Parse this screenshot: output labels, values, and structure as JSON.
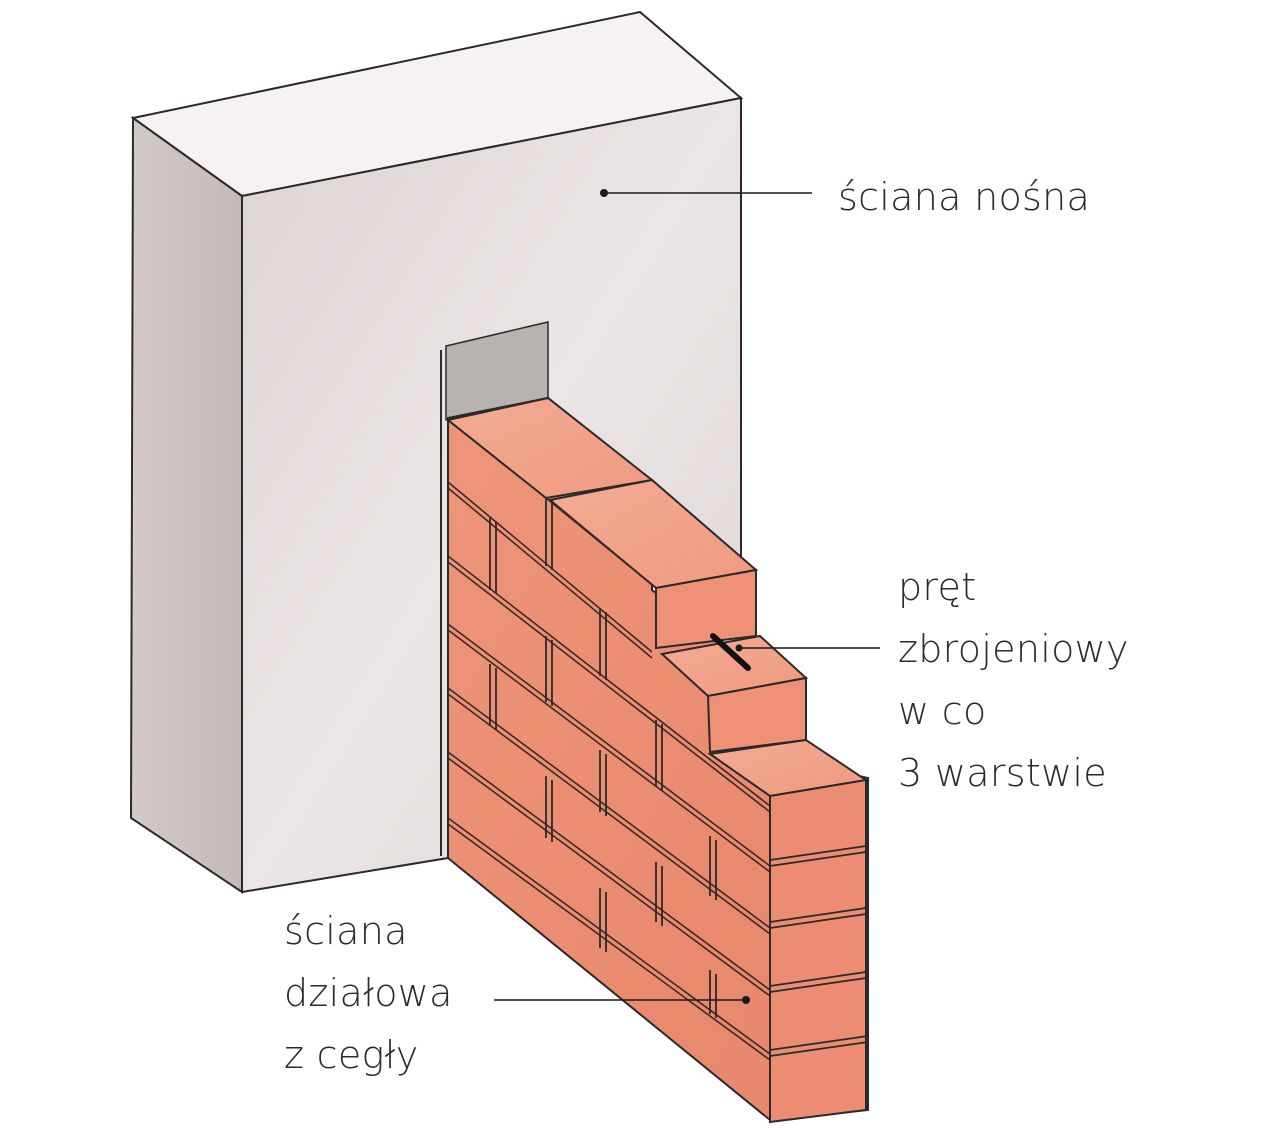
{
  "diagram": {
    "type": "isometric construction illustration",
    "colors": {
      "background": "#ffffff",
      "concrete_front": "#e4dcdc",
      "concrete_side": "#cfc6c4",
      "concrete_top": "#f5f1f2",
      "recess": "#b9b4b3",
      "brick": "#ec8f75",
      "brick_dark": "#d9735b",
      "brick_light": "#f3a58e",
      "outline": "#222222",
      "rod": "#111111"
    }
  },
  "labels": {
    "bearing_wall": {
      "lines": [
        "ściana nośna"
      ]
    },
    "reinforcing_rod": {
      "lines": [
        "pręt",
        "zbrojeniowy",
        "w co",
        "3 warstwie"
      ]
    },
    "partition_wall": {
      "lines": [
        "ściana",
        "działowa",
        "z cegły"
      ]
    }
  }
}
